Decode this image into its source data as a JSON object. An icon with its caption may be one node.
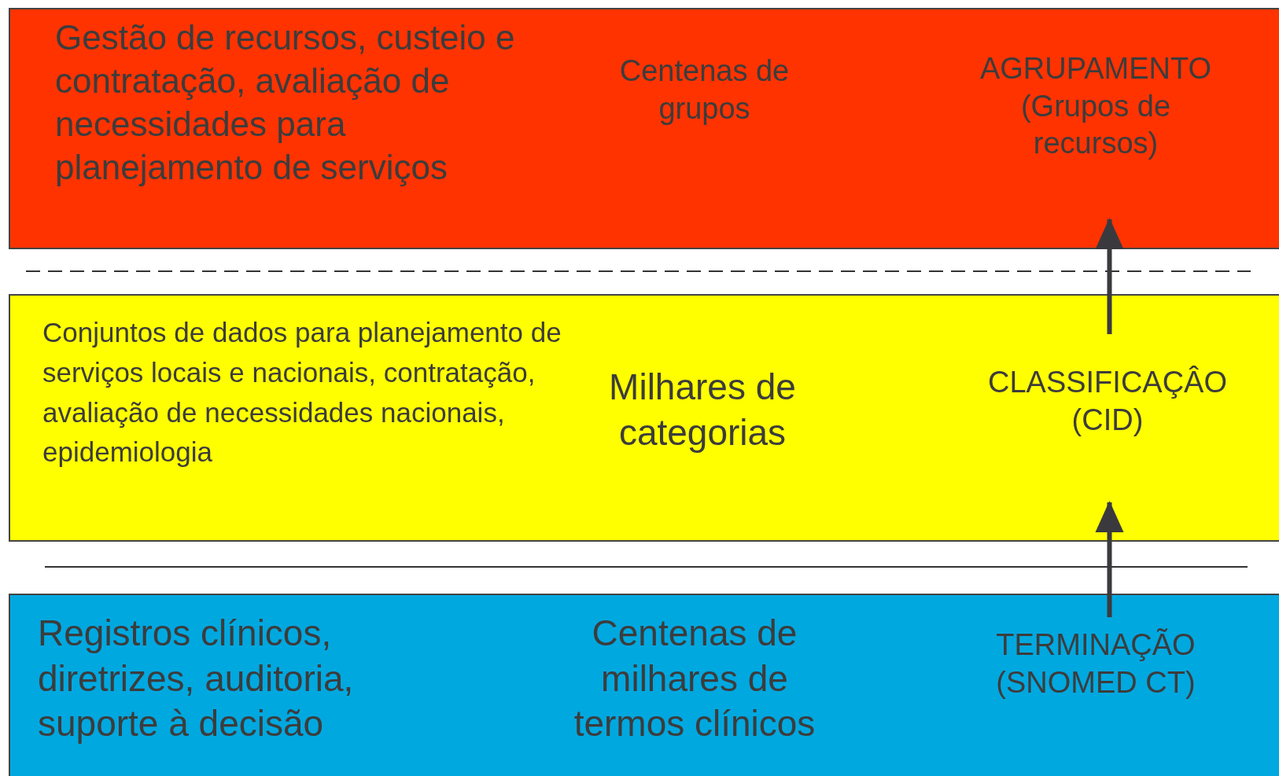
{
  "diagram": {
    "nodes": [
      {
        "text": [],
        "shape": "bar"
      },
      {
        "text": [
          "Gestão de recursos, custeio e contratação, avaliação de necessidades para planejamento de serviços"
        ],
        "in": 0
      },
      {
        "text": [
          "Centenas de grupos"
        ],
        "in": 0
      },
      {
        "text": [
          "AGRUPAMENTO (Grupos de recursos)"
        ],
        "in": 0
      },
      {
        "text": [],
        "shape": "bar"
      },
      {
        "text": [
          "Conjuntos de dados para planejamento de serviços locais e nacionais, contratação, avaliação de necessidades nacionais, epidemiologia"
        ],
        "in": 4
      },
      {
        "text": [
          "Milhares de categorias"
        ],
        "in": 4
      },
      {
        "text": [
          "CLASSIFICAÇÂO (CID)"
        ],
        "in": 4
      },
      {
        "text": [],
        "shape": "bar"
      },
      {
        "text": [
          "Registros clínicos, diretrizes, auditoria, suporte à decisão"
        ],
        "in": 8
      },
      {
        "text": [
          "Centenas de milhares de termos clínicos"
        ],
        "in": 8
      },
      {
        "text": [
          "TERMINAÇÃO (SNOMED CT)"
        ],
        "in": 8
      }
    ],
    "edges": [
      {
        "from": 11,
        "to": 7,
        "arrow": "to"
      },
      {
        "from": 7,
        "to": 3,
        "arrow": "to"
      }
    ]
  }
}
